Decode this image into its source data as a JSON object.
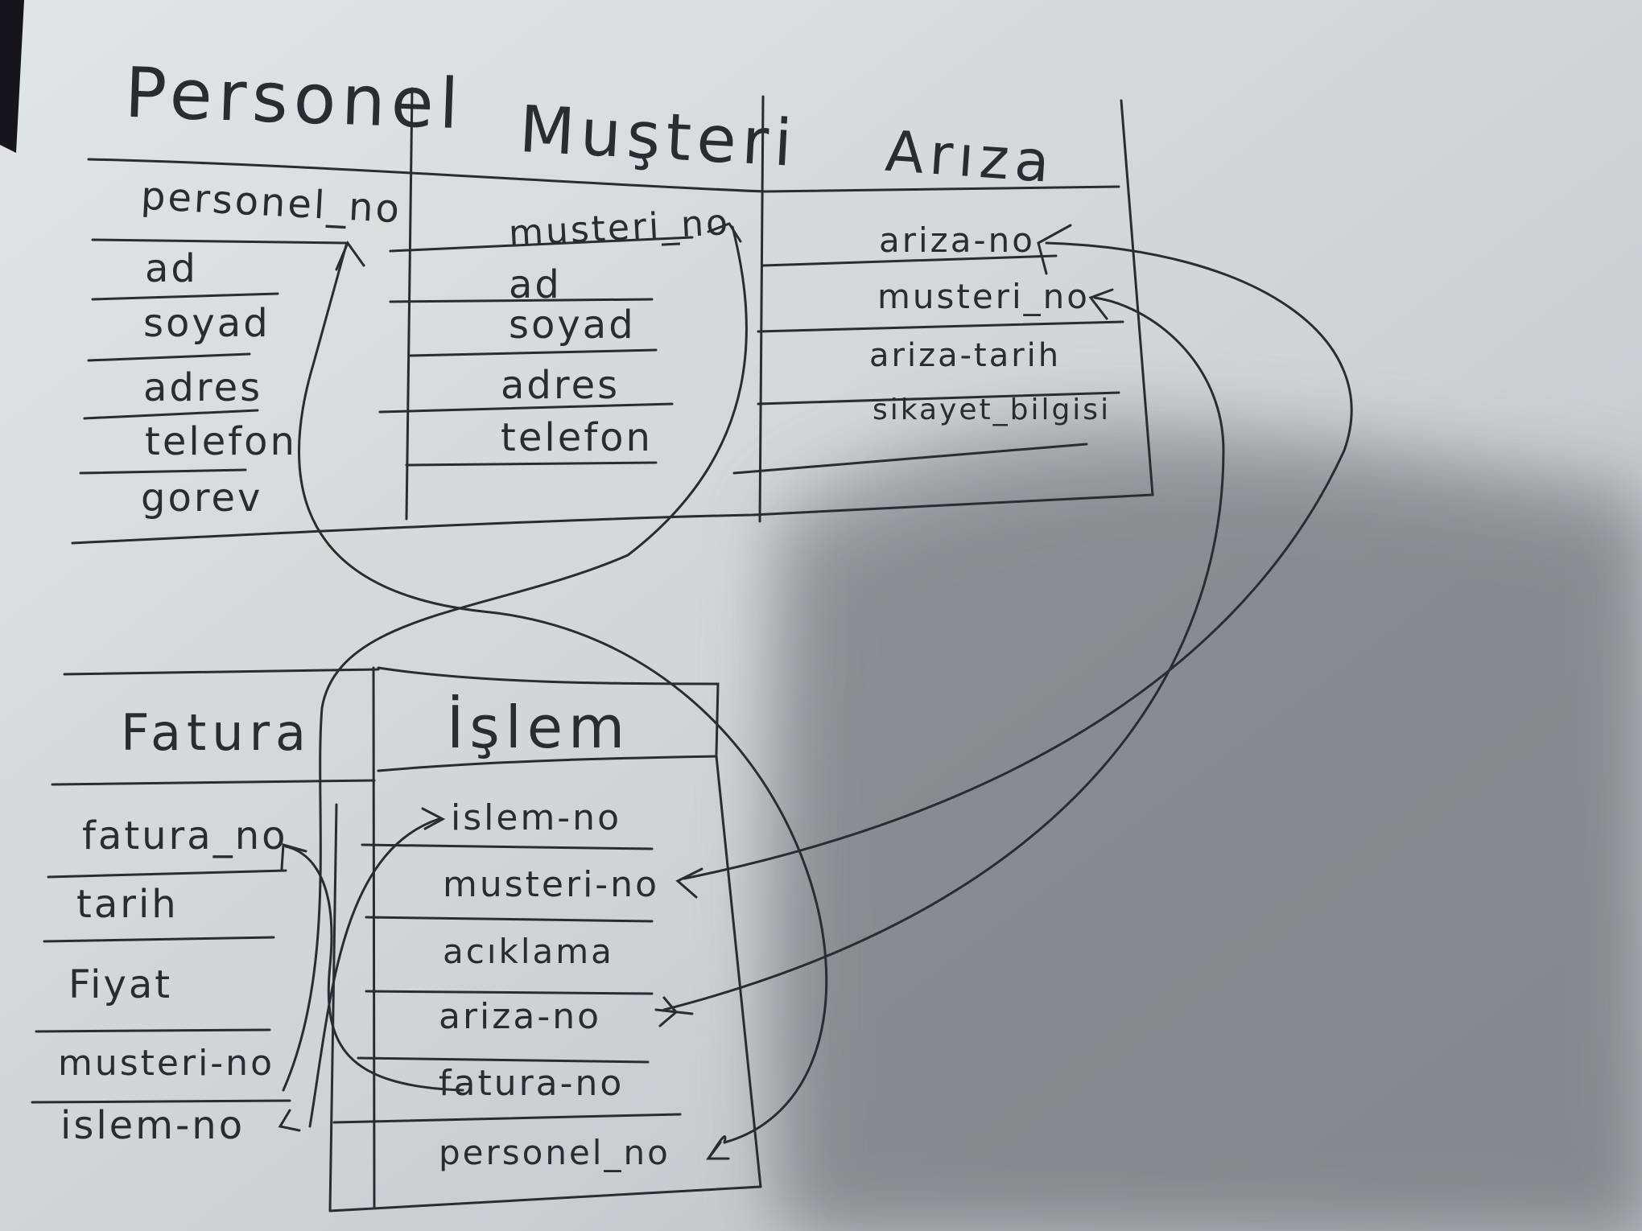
{
  "tables": {
    "personel": {
      "title": "Personel",
      "fields": [
        "personel_no",
        "ad",
        "soyad",
        "adres",
        "telefon",
        "gorev"
      ]
    },
    "musteri": {
      "title": "Muşteri",
      "fields": [
        "musteri_no",
        "ad",
        "soyad",
        "adres",
        "telefon"
      ]
    },
    "ariza": {
      "title": "Arıza",
      "fields": [
        "ariza-no",
        "musteri_no",
        "ariza-tarih",
        "sikayet_bilgisi"
      ]
    },
    "fatura": {
      "title": "Fatura",
      "fields": [
        "fatura_no",
        "tarih",
        "Fiyat",
        "musteri-no",
        "islem-no"
      ]
    },
    "islem": {
      "title": "İşlem",
      "fields": [
        "islem-no",
        "musteri-no",
        "acıklama",
        "ariza-no",
        "fatura-no",
        "personel_no"
      ]
    }
  },
  "relations": [
    {
      "from": "islem.personel_no",
      "to": "personel.personel_no"
    },
    {
      "from": "fatura.musteri-no",
      "to": "musteri.musteri_no"
    },
    {
      "from": "islem.musteri-no",
      "to": "ariza.ariza-no"
    },
    {
      "from": "islem.ariza-no",
      "to": "ariza.musteri_no"
    },
    {
      "from": "fatura.islem-no",
      "to": "islem.islem-no"
    },
    {
      "from": "islem.fatura-no",
      "to": "fatura.fatura_no"
    }
  ],
  "colors": {
    "paper": "#d8dbdd",
    "ink": "#2b2c30",
    "background": "#16161a",
    "shadow": "#8c8d90"
  }
}
